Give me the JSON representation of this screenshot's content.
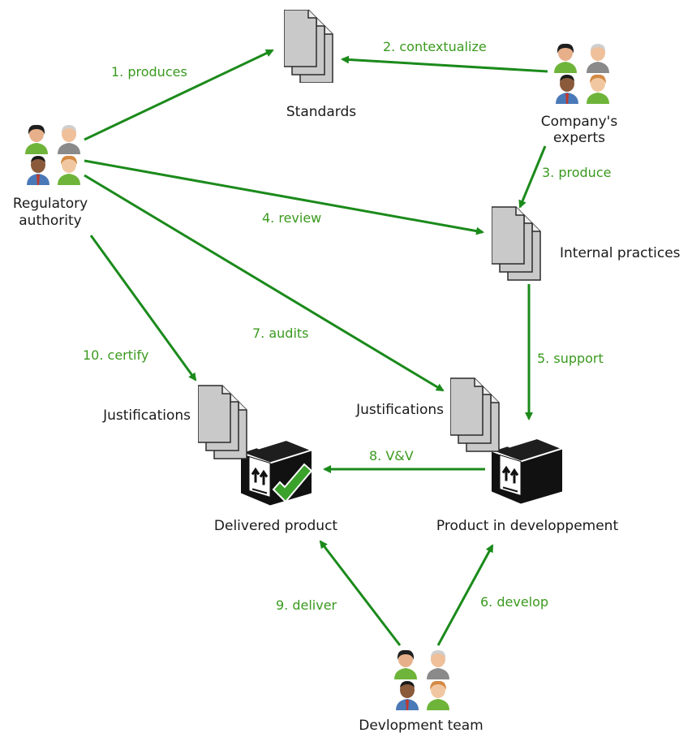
{
  "colors": {
    "arrow": "#1b8a1b",
    "edge_text": "#3a9a1e",
    "node_text": "#1a1a1a",
    "doc_fill": "#c9c9c9",
    "doc_stroke": "#2b2b2b",
    "box_fill": "#111111",
    "check": "#3aa12a"
  },
  "nodes": {
    "regulatory_authority": {
      "line1": "Regulatory",
      "line2": "authority",
      "icon": "people-group-icon"
    },
    "standards": {
      "label": "Standards",
      "icon": "document-stack-icon"
    },
    "company_experts": {
      "line1": "Company's",
      "line2": "experts",
      "icon": "people-group-icon"
    },
    "internal_practices": {
      "label": "Internal practices",
      "icon": "document-stack-icon"
    },
    "justifications_left": {
      "label": "Justifications",
      "icon": "document-stack-icon"
    },
    "justifications_right": {
      "label": "Justifications",
      "icon": "document-stack-icon"
    },
    "delivered_product": {
      "label": "Delivered product",
      "icon": "package-checked-icon"
    },
    "product_in_dev": {
      "label": "Product in developpement",
      "icon": "package-icon"
    },
    "development_team": {
      "label": "Devlopment team",
      "icon": "people-group-icon"
    }
  },
  "edges": [
    {
      "label": "1. produces"
    },
    {
      "label": "2. contextualize"
    },
    {
      "label": "3. produce"
    },
    {
      "label": "4. review"
    },
    {
      "label": "5. support"
    },
    {
      "label": "6. develop"
    },
    {
      "label": "7. audits"
    },
    {
      "label": "8. V&V"
    },
    {
      "label": "9. deliver"
    },
    {
      "label": "10. certify"
    }
  ]
}
